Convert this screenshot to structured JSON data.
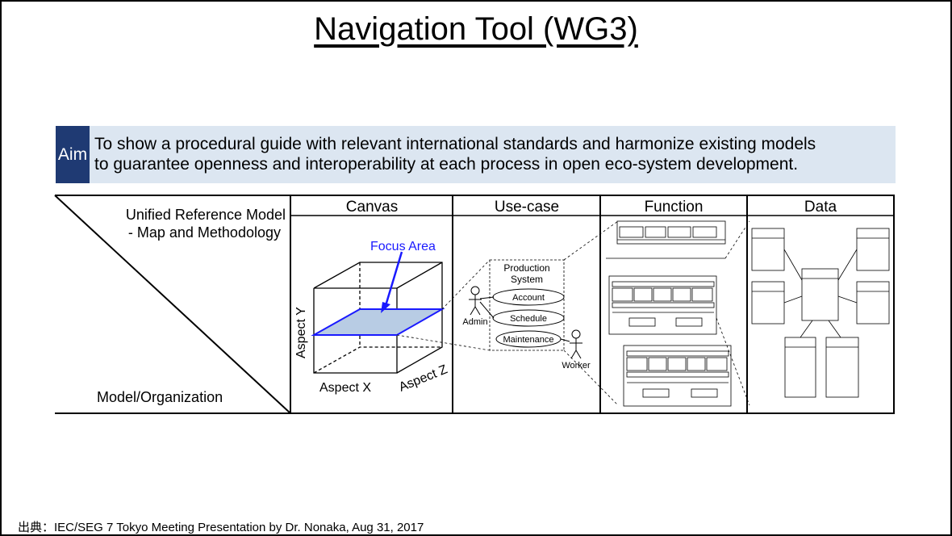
{
  "title": "Navigation Tool (WG3)",
  "aim": {
    "label": "Aim",
    "text_line1": "To show a procedural guide with relevant international standards and harmonize existing models",
    "text_line2": "to guarantee openness and interoperability at each process in open eco-system development."
  },
  "table": {
    "columns": [
      "Canvas",
      "Use-case",
      "Function",
      "Data"
    ],
    "corner_top_line1": "Unified Reference Model",
    "corner_top_line2": "- Map and Methodology",
    "corner_bottom": "Model/Organization"
  },
  "canvas": {
    "focus_area": "Focus Area",
    "aspect_x": "Aspect X",
    "aspect_y": "Aspect Y",
    "aspect_z": "Aspect Z"
  },
  "usecase": {
    "system_line1": "Production",
    "system_line2": "System",
    "cases": [
      "Account",
      "Schedule",
      "Maintenance"
    ],
    "actor_admin": "Admin",
    "actor_worker": "Worker"
  },
  "source": "出典：IEC/SEG 7 Tokyo Meeting Presentation by Dr. Nonaka, Aug 31, 2017",
  "colors": {
    "aim_bg": "#dce6f1",
    "aim_label_bg": "#1f3a73",
    "focus_plane": "#b8cce4",
    "focus_edge": "#1a1aff"
  }
}
